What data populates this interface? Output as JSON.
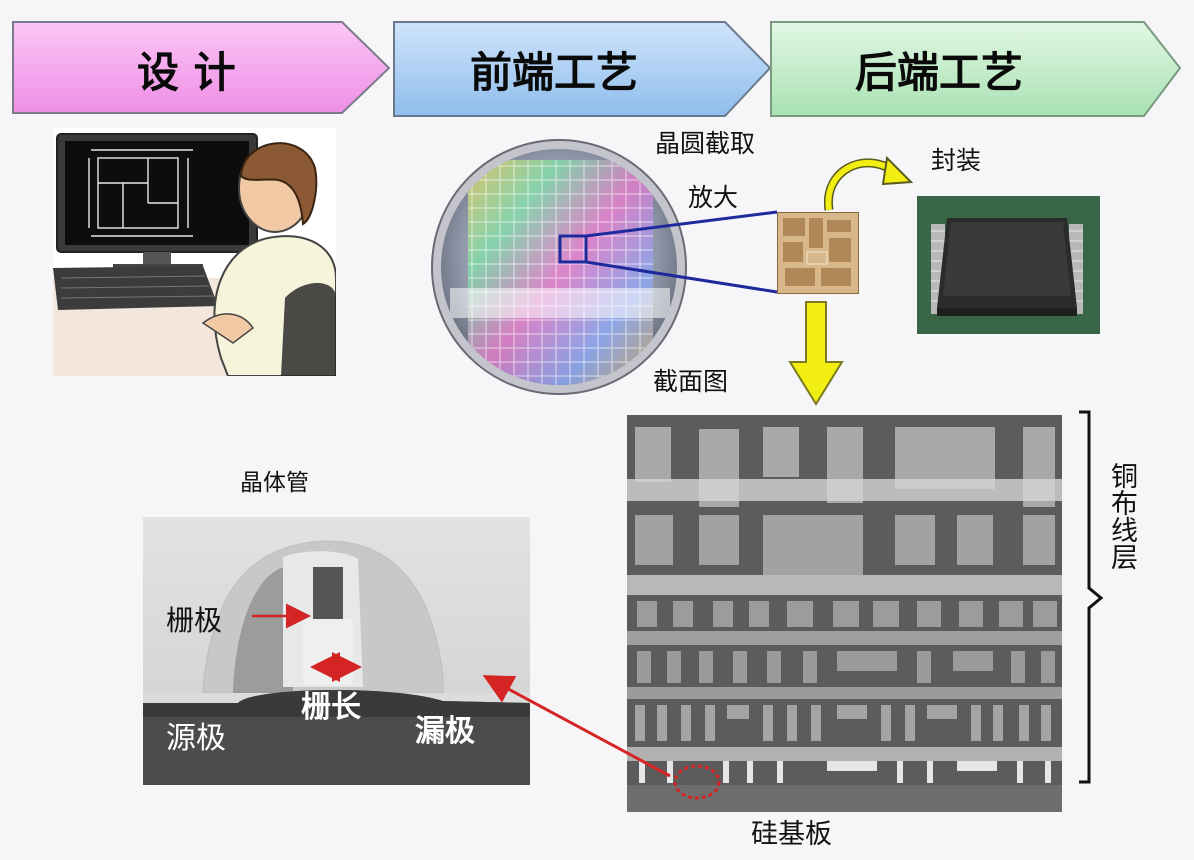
{
  "stages": [
    {
      "label": "设 计",
      "color": "#f7a5ef"
    },
    {
      "label": "前端工艺",
      "color": "#a9cdf3"
    },
    {
      "label": "后端工艺",
      "color": "#bfecc7"
    }
  ],
  "labels": {
    "wafer_cut": "晶圆截取",
    "zoom": "放大",
    "package": "封装",
    "cross_section": "截面图",
    "transistor": "晶体管",
    "gate": "栅极",
    "gate_length": "栅长",
    "source": "源极",
    "drain": "漏极",
    "copper_layer": "铜布线层",
    "substrate": "硅基板"
  },
  "colors": {
    "arrow_blue": "#1e2a9c",
    "arrow_yellow": "#f2ee12",
    "arrow_red": "#d42424"
  }
}
